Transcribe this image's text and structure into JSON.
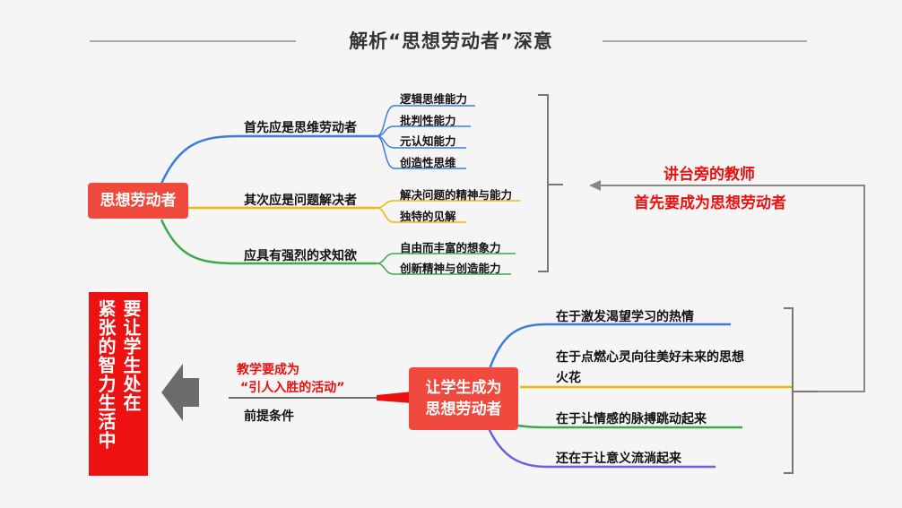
{
  "title": "解析“思想劳动者”深意",
  "top_map": {
    "root": "思想劳动者",
    "branches": [
      {
        "label": "首先应是思维劳动者",
        "children": [
          "逻辑思维能力",
          "批判性能力",
          "元认知能力",
          "创造性思维"
        ]
      },
      {
        "label": "其次应是问题解决者",
        "children": [
          "解决问题的精神与能力",
          "独特的见解"
        ]
      },
      {
        "label": "应具有强烈的求知欲",
        "children": [
          "自由而丰富的想象力",
          "创新精神与创造能力"
        ]
      }
    ]
  },
  "right_note": {
    "line1": "讲台旁的教师",
    "line2": "首先要成为思想劳动者"
  },
  "bottom_map": {
    "root_line1": "让学生成为",
    "root_line2": "思想劳动者",
    "left_red_line1": "教学要成为",
    "left_red_line2": "“引人入胜的活动”",
    "left_black": "前提条件",
    "branches": [
      "在于激发渴望学习的热情",
      "在于点燃心灵向往美好未来的思想",
      "火花",
      "在于让情感的脉搏跳动起来",
      "还在于让意义流淌起来"
    ]
  },
  "left_box": {
    "col1": "要让学生处在",
    "col2": "紧张的智力生活中"
  },
  "colors": {
    "red": "#f04a3e",
    "blue": "#3b7ddd",
    "yellow": "#f2b705",
    "green": "#3aaa4a",
    "purple": "#6c5ce7"
  }
}
